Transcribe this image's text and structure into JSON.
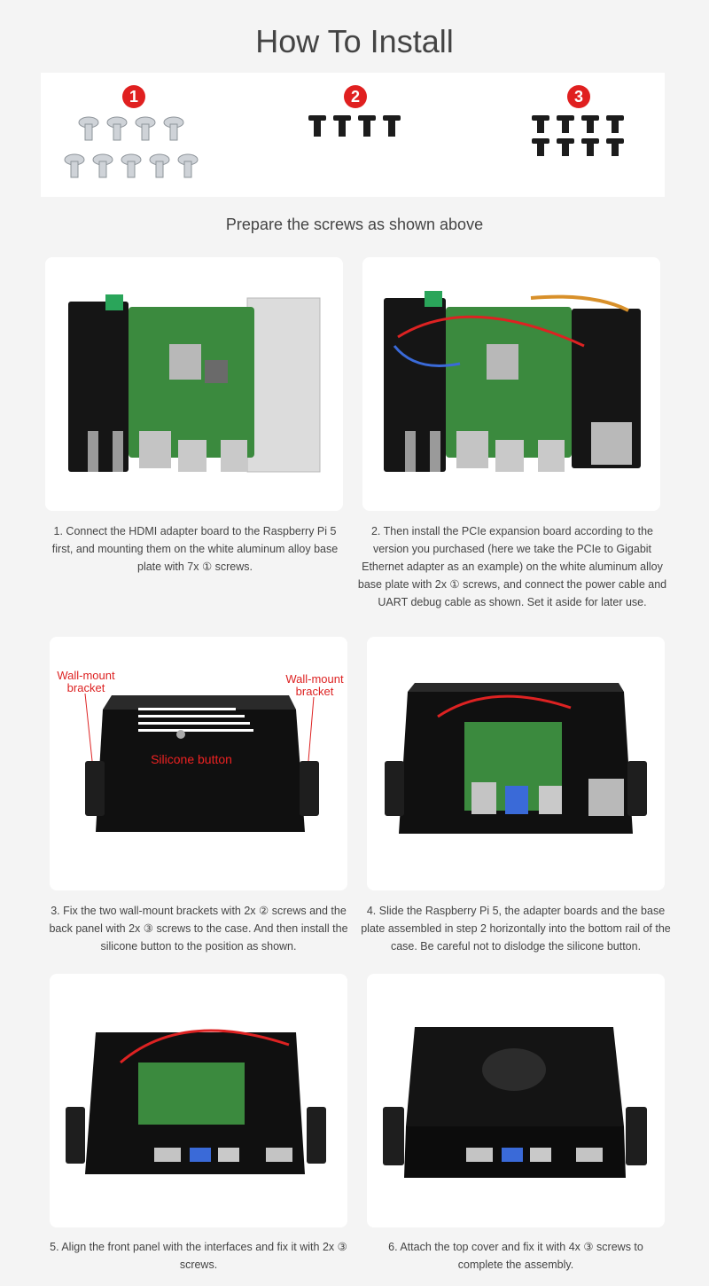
{
  "title": "How To Install",
  "screw_badges": [
    "1",
    "2",
    "3"
  ],
  "prepare_text": "Prepare the screws as shown above",
  "steps": [
    {
      "caption": "1. Connect the HDMI adapter board to the Raspberry Pi 5 first, and mounting them on the white aluminum alloy base plate with 7x ① screws."
    },
    {
      "caption": "2. Then install the PCIe expansion board according to the version you purchased (here we take the PCIe to Gigabit Ethernet adapter as an example) on the white aluminum alloy base plate with 2x ① screws, and connect the power cable and UART debug cable as shown. Set it aside for later use."
    },
    {
      "caption": "3. Fix the two wall-mount brackets with 2x ② screws and the back panel with 2x ③ screws to the case. And then install the silicone button to the position as shown."
    },
    {
      "caption": "4. Slide the Raspberry Pi 5, the adapter boards and the base plate assembled in step 2 horizontally into the bottom rail of the case. Be careful not to dislodge the silicone button."
    },
    {
      "caption": "5. Align the front panel with the interfaces and fix it with 2x ③ screws."
    },
    {
      "caption": "6. Attach the top cover and fix it with 4x ③ screws to complete the assembly."
    }
  ],
  "photo_labels": {
    "wall_mount_left": [
      "Wall-mount",
      "bracket"
    ],
    "wall_mount_right": [
      "Wall-mount",
      "bracket"
    ],
    "silicone_button": "Silicone button"
  },
  "colors": {
    "accent_red": "#e02020",
    "case_black": "#1a1a1a",
    "pcb_green": "#3a7d3a"
  }
}
